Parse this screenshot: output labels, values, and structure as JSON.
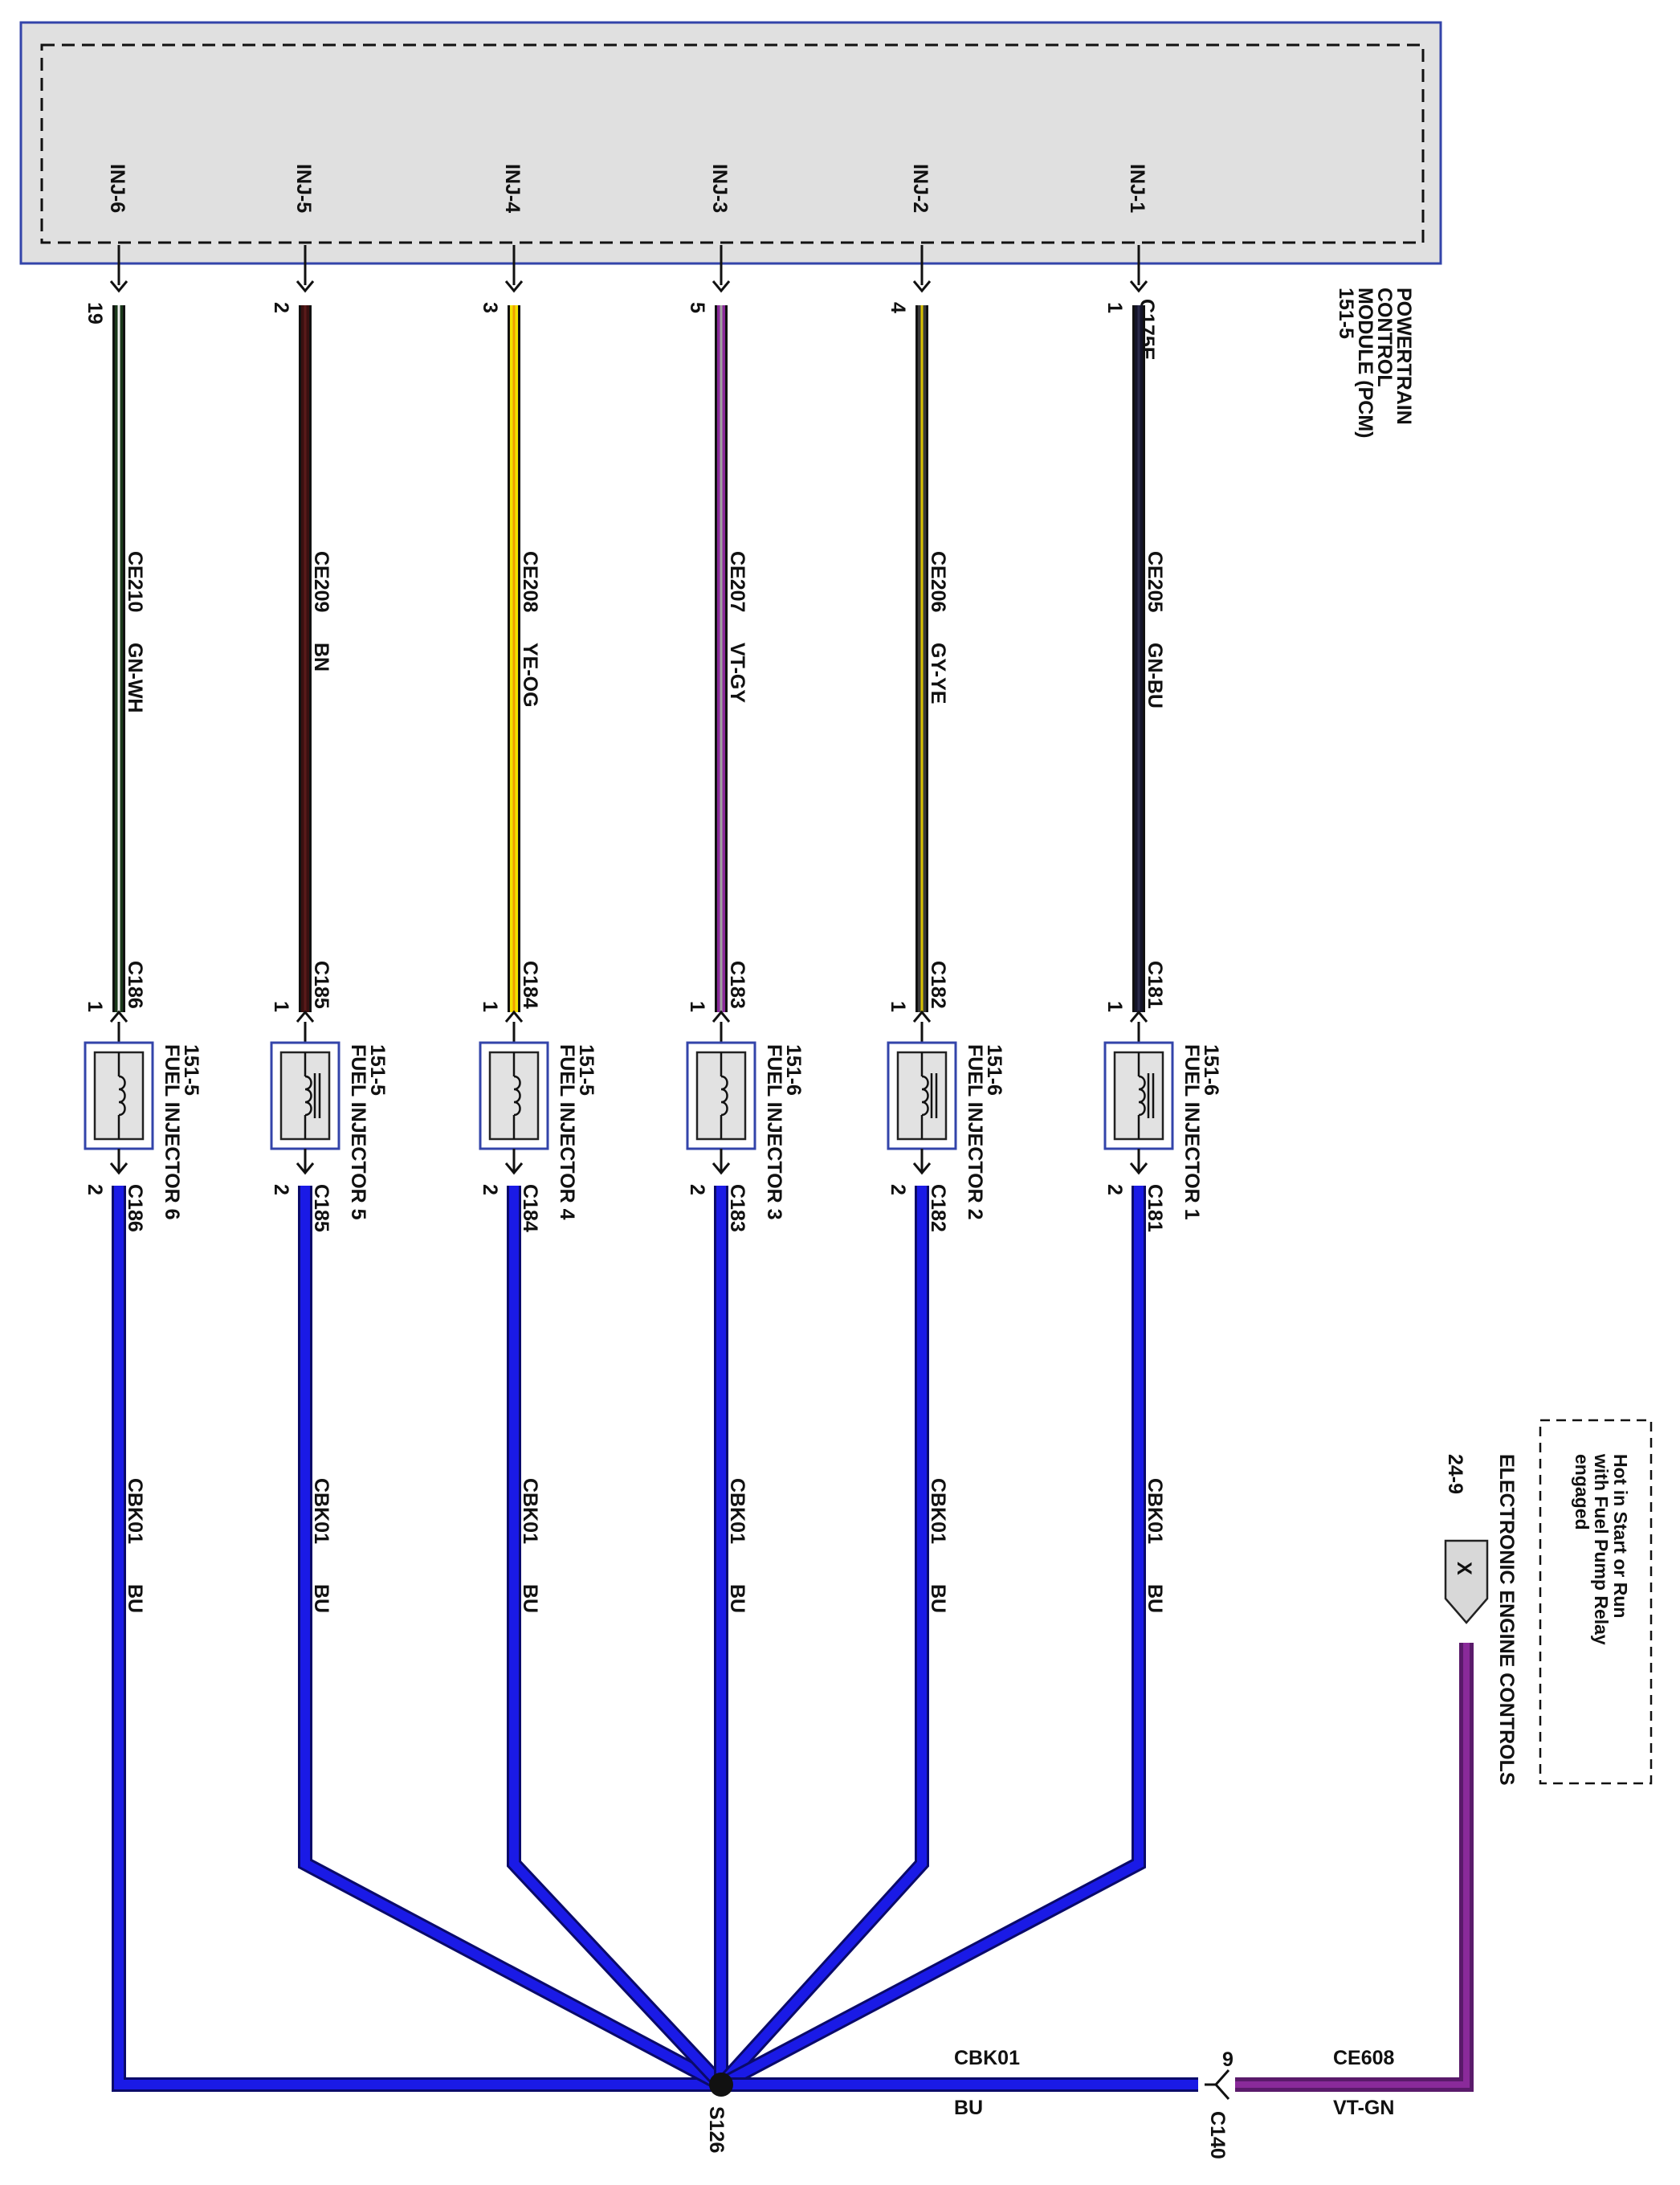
{
  "module": {
    "name_lines": [
      "POWERTRAIN",
      "CONTROL",
      "MODULE (PCM)",
      "151-5"
    ],
    "connector": "C175E",
    "fill": "#e0e0e0",
    "border": "#3344aa"
  },
  "injector_circuits": [
    {
      "pin_label": "INJ-6",
      "pin": "19",
      "circuit": "CE210",
      "color_code": "GN-WH",
      "colors": [
        "#1b3a1b",
        "#f0f0f0"
      ],
      "connector": "C186",
      "pin_in": "1",
      "pin_out": "2",
      "name": "FUEL INJECTOR 6",
      "ref": "151-5",
      "icon": "solenoid-coil-icon",
      "icon_variant": "coil"
    },
    {
      "pin_label": "INJ-5",
      "pin": "2",
      "circuit": "CE209",
      "color_code": "BN",
      "colors": [
        "#3a1010",
        "#5a1a1a"
      ],
      "connector": "C185",
      "pin_in": "1",
      "pin_out": "2",
      "name": "FUEL INJECTOR 5",
      "ref": "151-5",
      "icon": "solenoid-coil-icon",
      "icon_variant": "bars"
    },
    {
      "pin_label": "INJ-4",
      "pin": "3",
      "circuit": "CE208",
      "color_code": "YE-OG",
      "colors": [
        "#f2e200",
        "#f0a000"
      ],
      "connector": "C184",
      "pin_in": "1",
      "pin_out": "2",
      "name": "FUEL INJECTOR 4",
      "ref": "151-5",
      "icon": "solenoid-coil-icon",
      "icon_variant": "coil"
    },
    {
      "pin_label": "INJ-3",
      "pin": "5",
      "circuit": "CE207",
      "color_code": "VT-GY",
      "colors": [
        "#8a2a9a",
        "#a0a0a0"
      ],
      "connector": "C183",
      "pin_in": "1",
      "pin_out": "2",
      "name": "FUEL INJECTOR 3",
      "ref": "151-6",
      "icon": "solenoid-coil-icon",
      "icon_variant": "coil"
    },
    {
      "pin_label": "INJ-2",
      "pin": "4",
      "circuit": "CE206",
      "color_code": "GY-YE",
      "colors": [
        "#3a3a3a",
        "#d8c200"
      ],
      "connector": "C182",
      "pin_in": "1",
      "pin_out": "2",
      "name": "FUEL INJECTOR 2",
      "ref": "151-6",
      "icon": "solenoid-coil-icon",
      "icon_variant": "bars"
    },
    {
      "pin_label": "INJ-1",
      "pin": "1",
      "circuit": "CE205",
      "color_code": "GN-BU",
      "colors": [
        "#141428",
        "#2a2a4a"
      ],
      "connector": "C181",
      "pin_in": "1",
      "pin_out": "2",
      "name": "FUEL INJECTOR 1",
      "ref": "151-6",
      "icon": "solenoid-coil-icon",
      "icon_variant": "bars"
    }
  ],
  "ground_circuit": {
    "circuit": "CBK01",
    "color_code": "BU",
    "color": "#1a1ae6",
    "splice": "S126"
  },
  "feed": {
    "connector": "C140",
    "pin": "9",
    "circuit": "CE608",
    "color_code": "VT-GN",
    "colors": [
      "#8a2a9a",
      "#c060c0"
    ],
    "source_ref": "24-9",
    "source_icon": "offpage-x-icon",
    "source_symbol": "X",
    "source_label": "ELECTRONIC ENGINE CONTROLS",
    "note_lines": [
      "Hot in Start or Run",
      "with Fuel Pump Relay",
      "engaged"
    ]
  }
}
